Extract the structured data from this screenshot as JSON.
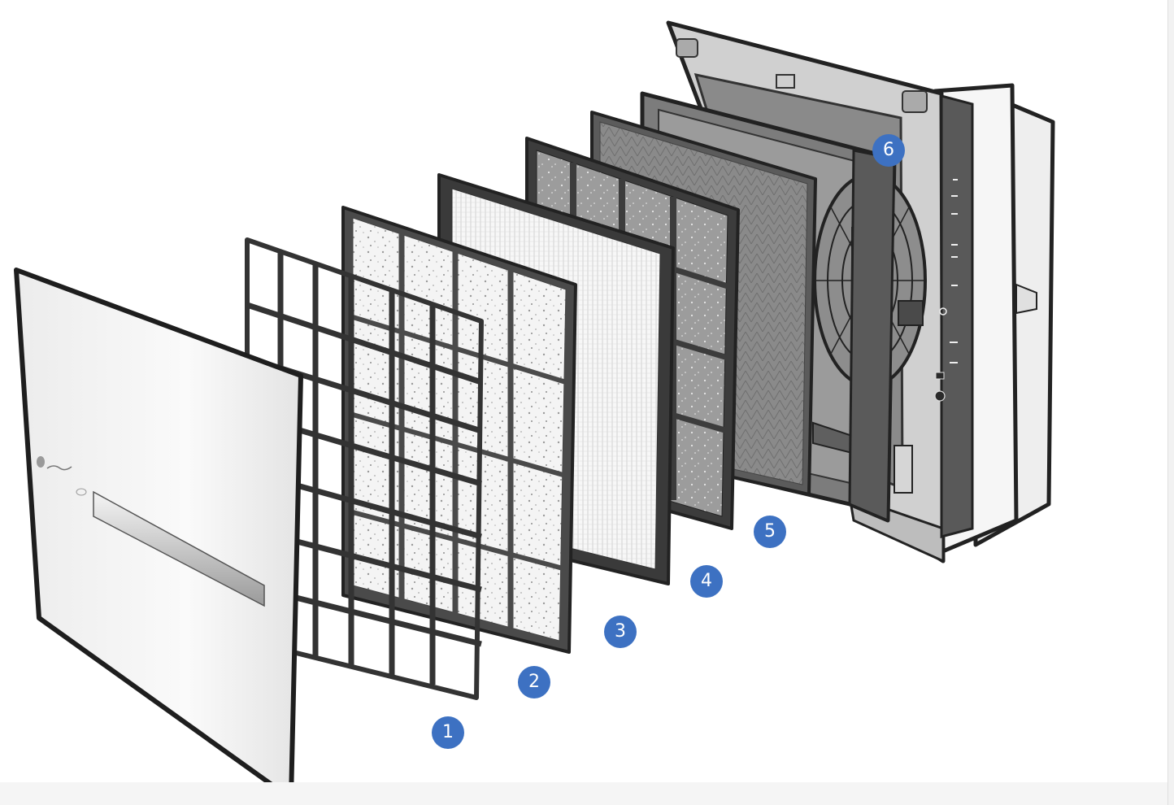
{
  "diagram": {
    "badge_color": "#3d71c2",
    "parts": [
      {
        "label": "1"
      },
      {
        "label": "2"
      },
      {
        "label": "3"
      },
      {
        "label": "4"
      },
      {
        "label": "5"
      },
      {
        "label": "6"
      }
    ]
  }
}
